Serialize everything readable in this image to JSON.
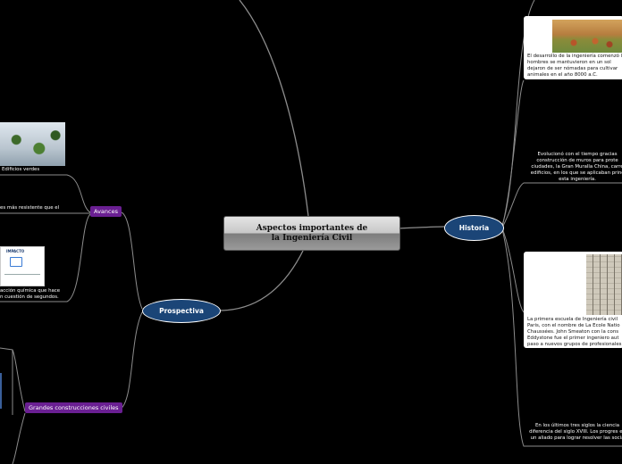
{
  "central": {
    "title": "Aspectos importantes de la Ingeniería Civil"
  },
  "historia": {
    "label": "Historia",
    "items": [
      {
        "text": "El desarrollo de la ingeniería comenzó los hombres se mantuvieron en un sol dejaron de ser nómadas para cultivar animales en el año 8000 a.C.",
        "image": "village-picture"
      },
      {
        "text": "Evolucionó con el tiempo gracias construcción de muros para prote ciudades, la Gran Muralla China, carre edificios, en los que se aplicaban princ esta ingeniería."
      },
      {
        "text": "La primera escuela de Ingeniería civil Paris, con el nombre de La Ecole Natio Chaussées. John Smeaton con la cons Eddystone fue el primer ingeniero aut paso a nuevos grupos de profesionales",
        "image": "building-picture"
      },
      {
        "text": "En los últimos tres siglos la ciencia diferencia del siglo XVIII. Los progres en un aliado para lograr resolver las sociá"
      }
    ]
  },
  "prospectiva": {
    "label": "Prospectiva",
    "avances": {
      "label": "Avances",
      "items": [
        {
          "text": "Edificios verdes",
          "image": "green-building-picture"
        },
        {
          "text": "es más resistente que el"
        },
        {
          "text": "acción química que hace n cuestión de segundos.",
          "image": "impacto-logo",
          "logo_text": "IMPACTO"
        }
      ]
    },
    "grandes": {
      "label": "Grandes construcciones civiles"
    }
  }
}
